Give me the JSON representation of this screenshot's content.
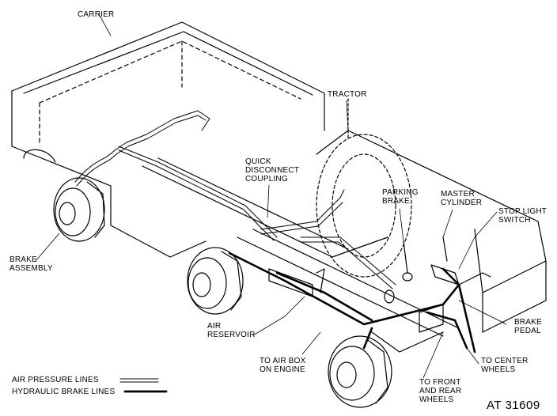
{
  "labels": {
    "carrier": "CARRIER",
    "tractor": "TRACTOR",
    "quick_disconnect": "QUICK\nDISCONNECT\nCOUPLING",
    "parking_brake": "PARKING\nBRAKE",
    "master_cylinder": "MASTER\nCYLINDER",
    "stop_light_switch": "STOP LIGHT\nSWITCH",
    "brake_assembly": "BRAKE\nASSEMBLY",
    "brake_pedal": "BRAKE\nPEDAL",
    "air_reservoir": "AIR\nRESERVOIR",
    "to_air_box": "TO AIR BOX\nON ENGINE",
    "to_center_wheels": "TO CENTER\nWHEELS",
    "to_front_rear": "TO FRONT\nAND REAR\nWHEELS"
  },
  "legend": {
    "air_pressure": "AIR PRESSURE LINES",
    "hydraulic": "HYDRAULIC BRAKE LINES"
  },
  "figure_id": "AT 31609",
  "colors": {
    "ink": "#000000",
    "paper": "#ffffff"
  }
}
